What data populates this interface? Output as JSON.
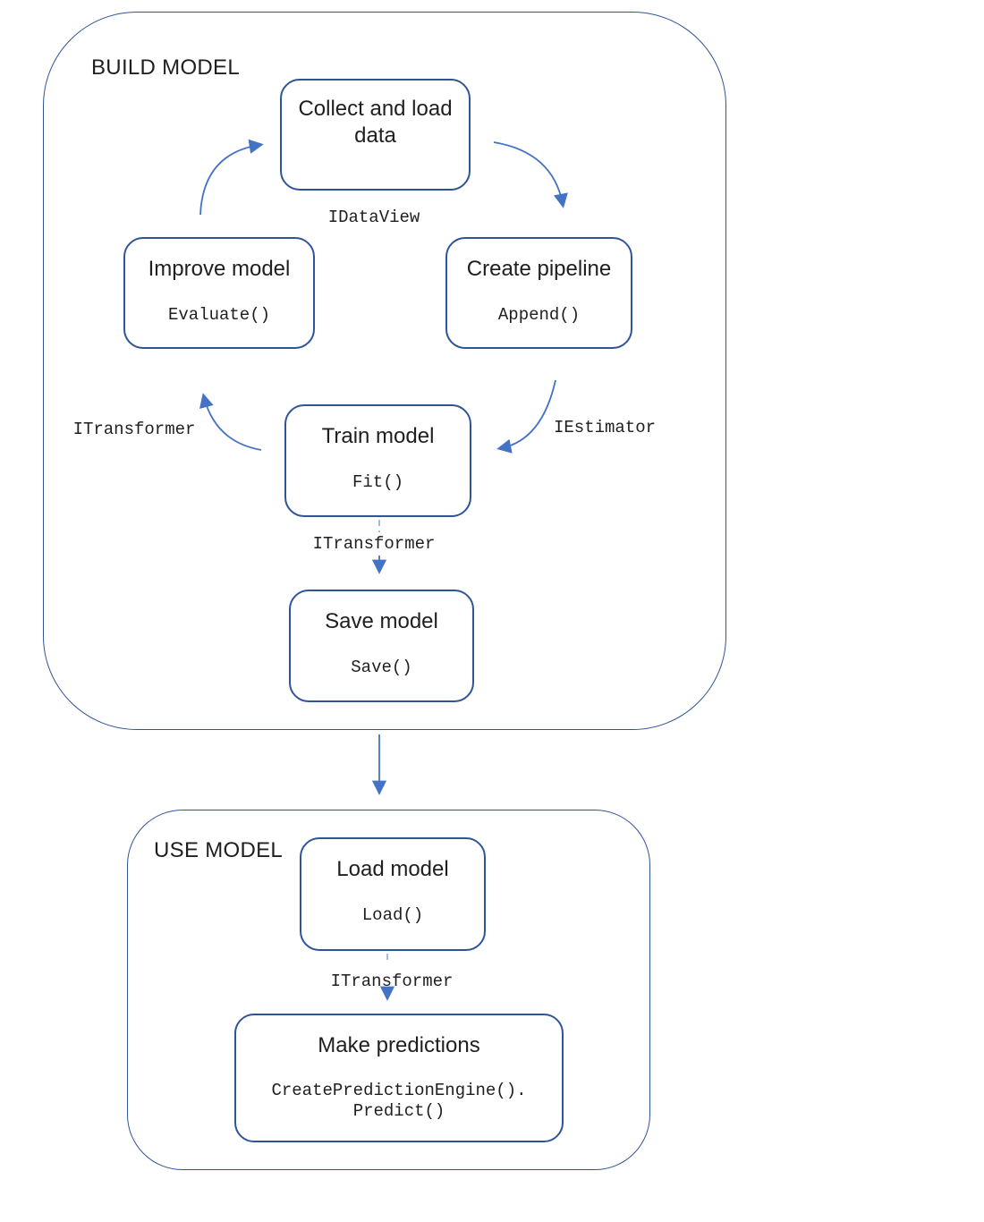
{
  "colors": {
    "container_border": "#2F5597",
    "node_border": "#2F5597",
    "arrow": "#4472C4",
    "dash": "#8FAADC",
    "text": "#1f1f1f",
    "code_text": "#1f1f1f",
    "bg": "#ffffff"
  },
  "build": {
    "label": "BUILD MODEL",
    "nodes": {
      "collect": {
        "title": "Collect and load data"
      },
      "improve": {
        "title": "Improve model",
        "code": "Evaluate()"
      },
      "create": {
        "title": "Create pipeline",
        "code": "Append()"
      },
      "train": {
        "title": "Train model",
        "code": "Fit()"
      },
      "save": {
        "title": "Save model",
        "code": "Save()"
      }
    },
    "connectors": {
      "idataview": "IDataView",
      "iestimator": "IEstimator",
      "itransformer_feedback": "ITransformer",
      "itransformer_to_save": "ITransformer"
    }
  },
  "use": {
    "label": "USE MODEL",
    "nodes": {
      "load": {
        "title": "Load model",
        "code": "Load()"
      },
      "predict": {
        "title": "Make predictions",
        "code": "CreatePredictionEngine().\nPredict()"
      }
    },
    "connectors": {
      "itransformer": "ITransformer"
    }
  }
}
